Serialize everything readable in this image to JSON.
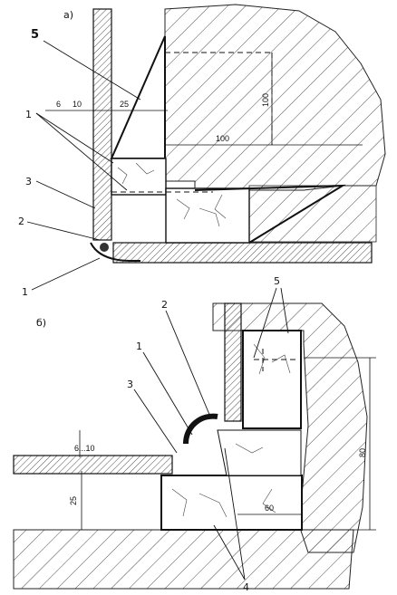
{
  "figures": [
    {
      "id": "a",
      "label": "а)",
      "callouts": [
        "5",
        "1",
        "3",
        "2",
        "1"
      ],
      "dimensions": [
        "6",
        "10",
        "25",
        "100",
        "100"
      ]
    },
    {
      "id": "b",
      "label": "б)",
      "callouts": [
        "5",
        "2",
        "1",
        "3",
        "4"
      ],
      "dimensions": [
        "6...10",
        "25",
        "60",
        "80"
      ]
    }
  ]
}
